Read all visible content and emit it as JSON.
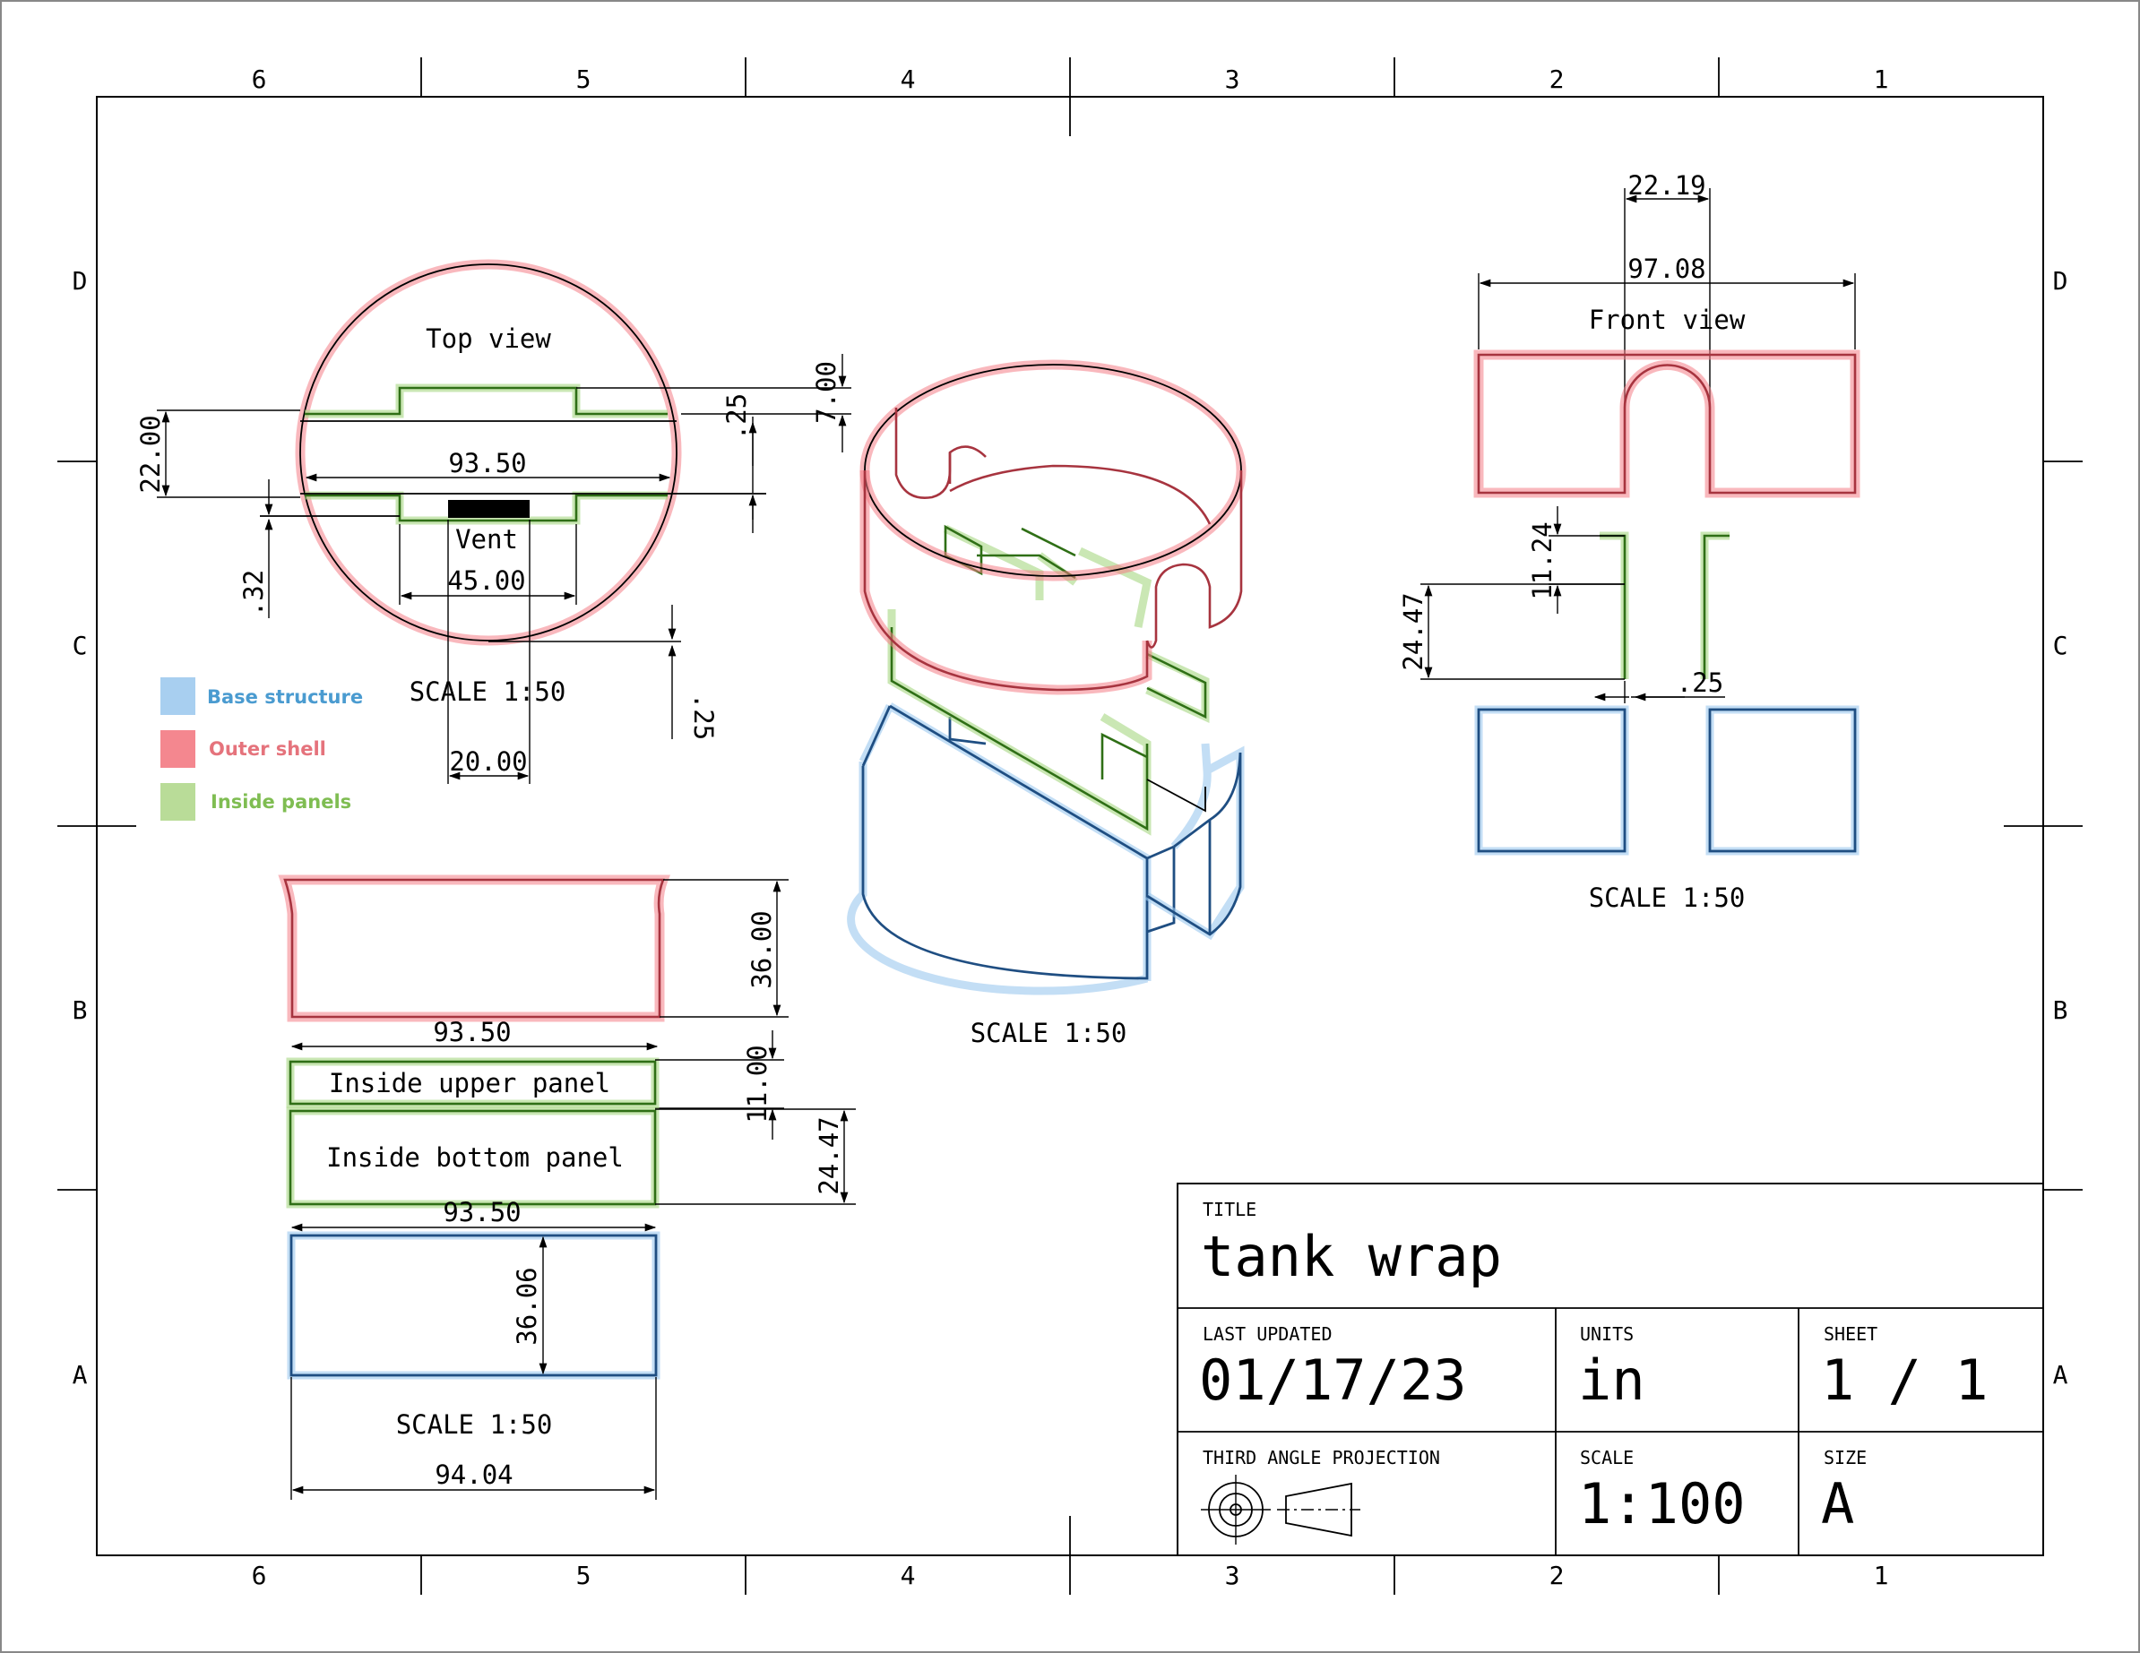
{
  "frame": {
    "columns_top": [
      "6",
      "5",
      "4",
      "3",
      "2",
      "1"
    ],
    "columns_bottom": [
      "6",
      "5",
      "4",
      "3",
      "2",
      "1"
    ],
    "rows_left": [
      "D",
      "C",
      "B",
      "A"
    ],
    "rows_right": [
      "D",
      "C",
      "B",
      "A"
    ]
  },
  "top_view": {
    "label": "Top view",
    "vent_label": "Vent",
    "scale": "SCALE 1:50",
    "dims": {
      "width": "93.50",
      "depth": "22.00",
      "vent_width": "45.00",
      "vent_opening": "20.00",
      "gap_a": ".25",
      "gap_b": "7.00",
      "gap_c": ".32",
      "gap_d": ".25"
    }
  },
  "legend": {
    "items": [
      {
        "label": "Base structure",
        "color": "#a8cff0",
        "text_color": "#4a9bd0"
      },
      {
        "label": "Outer shell",
        "color": "#f4878f",
        "text_color": "#e5737c"
      },
      {
        "label": "Inside panels",
        "color": "#b9dc98",
        "text_color": "#7fbd52"
      }
    ]
  },
  "iso_view": {
    "scale": "SCALE 1:50"
  },
  "front_view": {
    "label": "Front view",
    "scale": "SCALE 1:50",
    "dims": {
      "slot_width": "22.19",
      "overall_width": "97.08",
      "upper_panel_height": "11.24",
      "lower_panel_height": "24.47",
      "panel_gap": ".25"
    }
  },
  "side_views": {
    "upper_panel_label": "Inside upper panel",
    "bottom_panel_label": "Inside bottom panel",
    "scale": "SCALE 1:50",
    "dims": {
      "shell_height": "36.00",
      "shell_width": "93.50",
      "upper_panel_height": "11.00",
      "bottom_panel_height": "24.47",
      "panel_width": "93.50",
      "base_height": "36.06",
      "base_width": "94.04"
    }
  },
  "title_block": {
    "title_label": "TITLE",
    "title": "tank wrap",
    "last_updated_label": "LAST UPDATED",
    "last_updated": "01/17/23",
    "units_label": "UNITS",
    "units": "in",
    "sheet_label": "SHEET",
    "sheet": "1 / 1",
    "projection_label": "THIRD ANGLE PROJECTION",
    "scale_label": "SCALE",
    "scale": "1:100",
    "size_label": "SIZE",
    "size": "A"
  }
}
